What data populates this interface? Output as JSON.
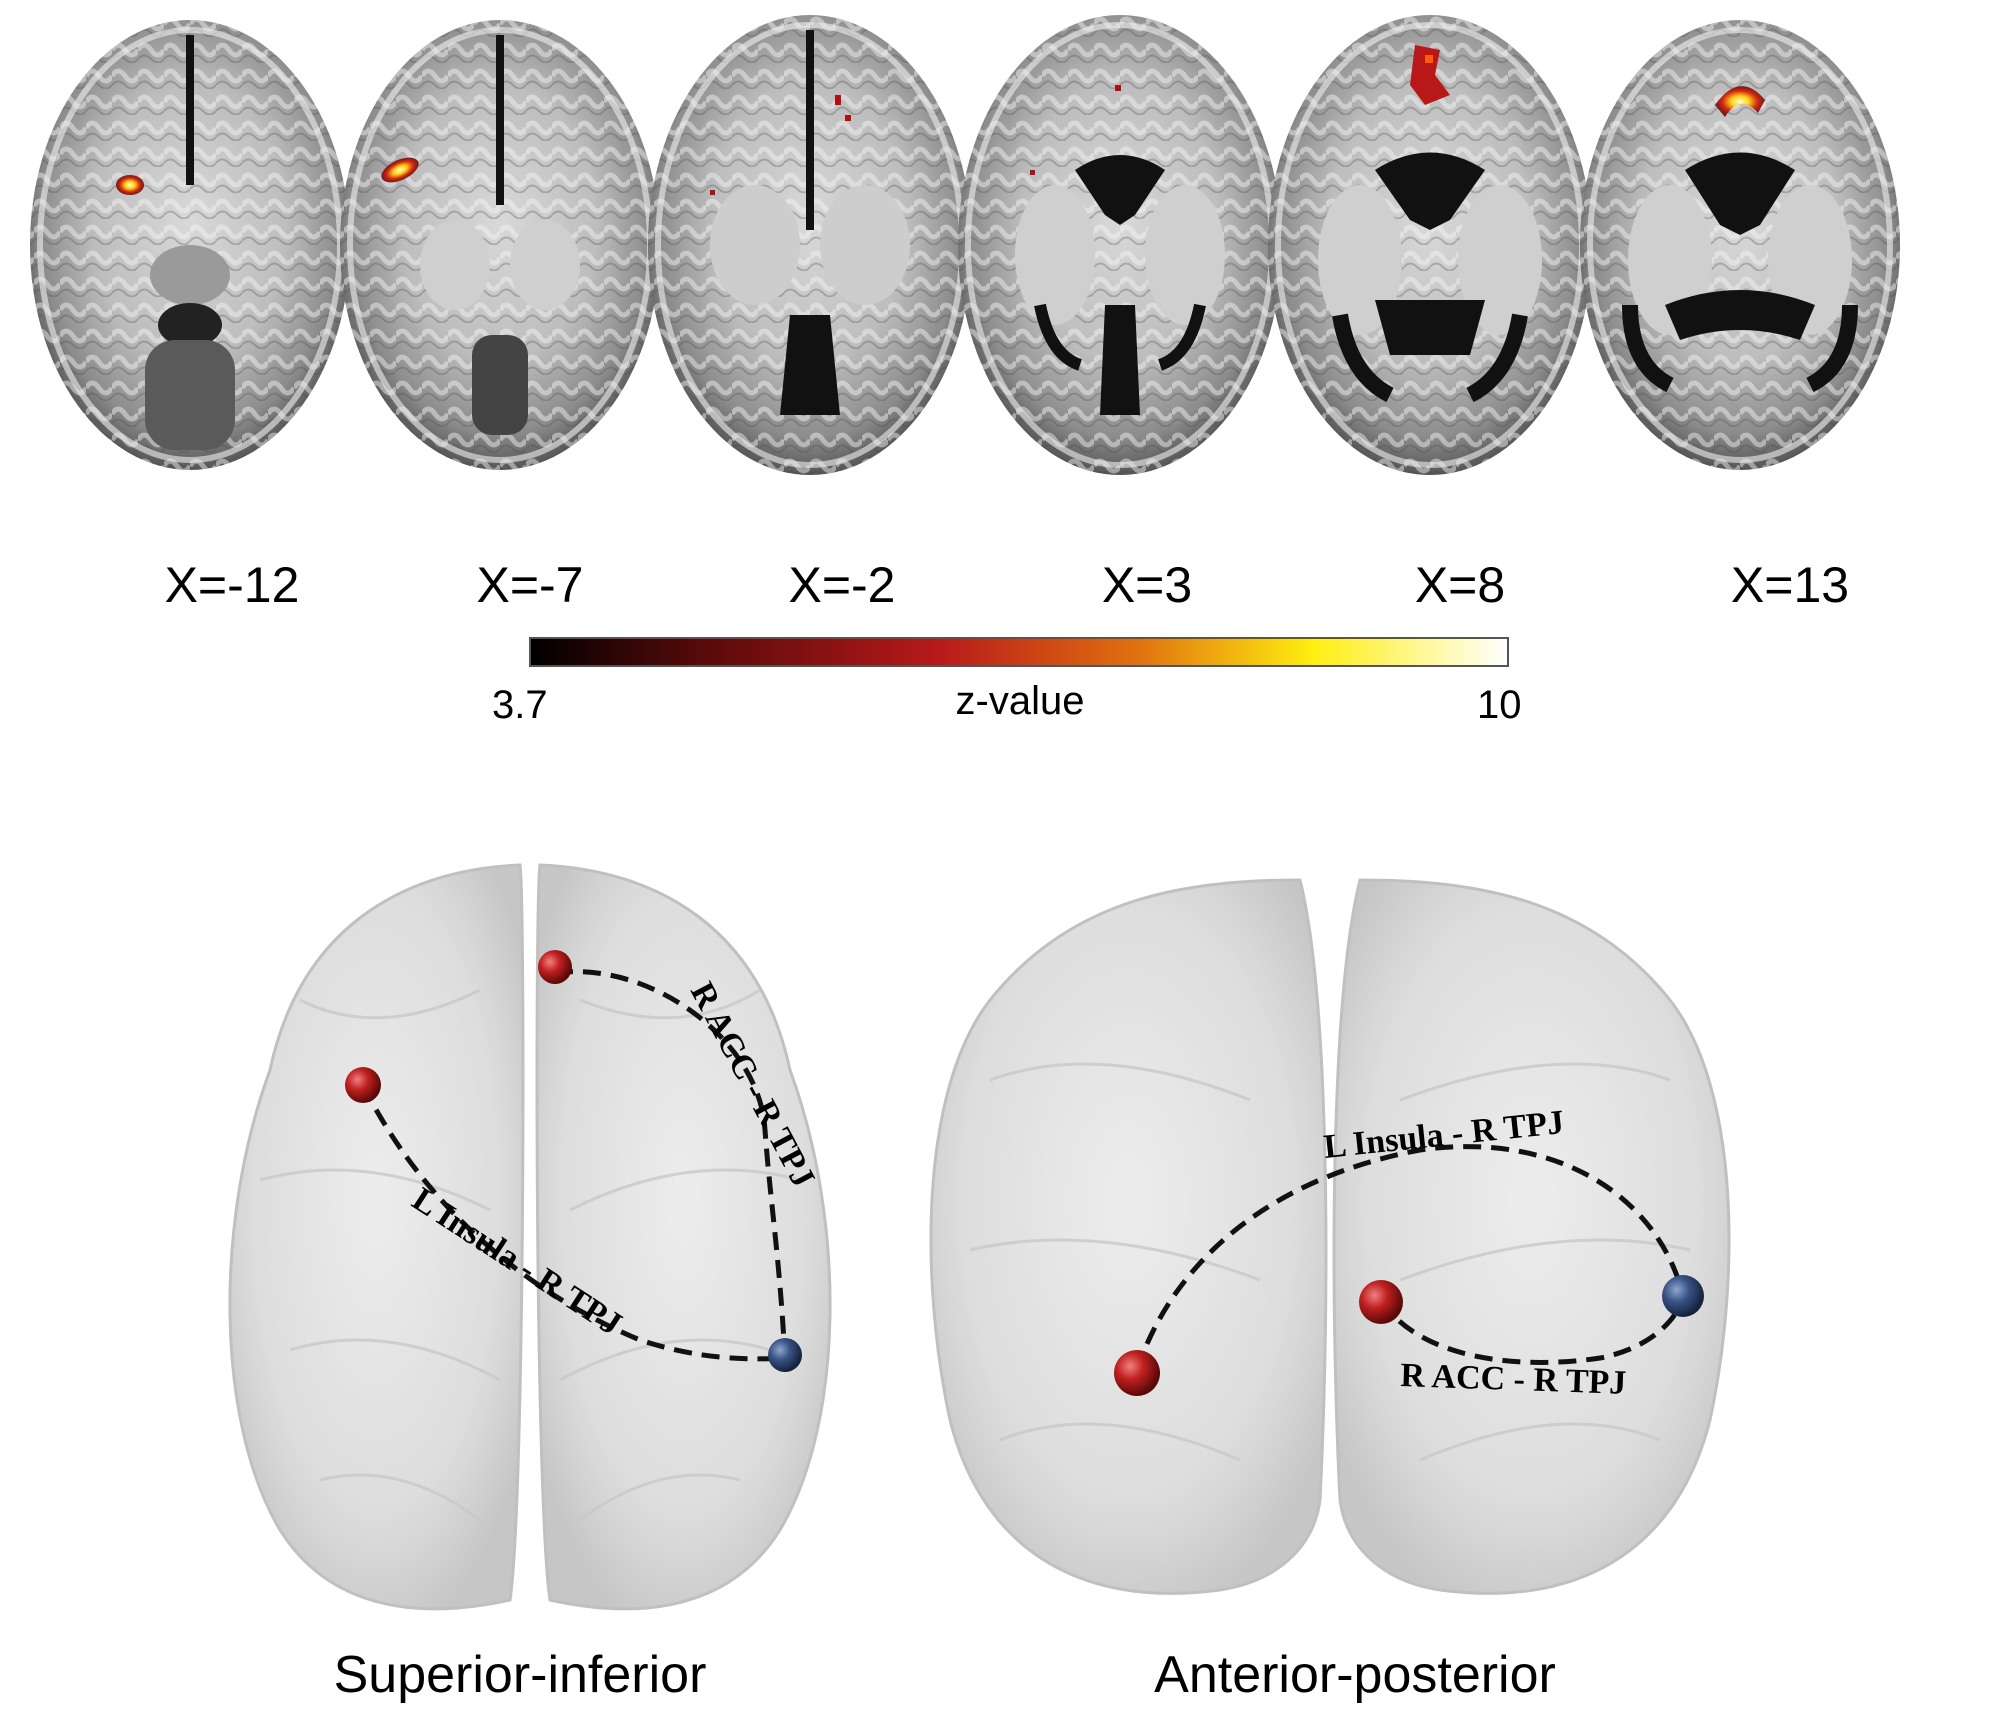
{
  "axial_slices": [
    {
      "label": "X=-12"
    },
    {
      "label": "X=-7"
    },
    {
      "label": "X=-2"
    },
    {
      "label": "X=3"
    },
    {
      "label": "X=8"
    },
    {
      "label": "X=13"
    }
  ],
  "colorbar": {
    "min_label": "3.7",
    "max_label": "10",
    "title": "z-value",
    "colors": [
      "#000000",
      "#5a0a0a",
      "#b81a1a",
      "#e07010",
      "#ffee10",
      "#ffffff"
    ]
  },
  "connectivity": {
    "views": [
      {
        "label": "Superior-inferior"
      },
      {
        "label": "Anterior-posterior"
      }
    ],
    "connections": [
      {
        "label": "R ACC - R TPJ"
      },
      {
        "label": "L Insula - R TPJ"
      }
    ],
    "node_colors": {
      "source": "#b02020",
      "target": "#2a3f66"
    }
  }
}
